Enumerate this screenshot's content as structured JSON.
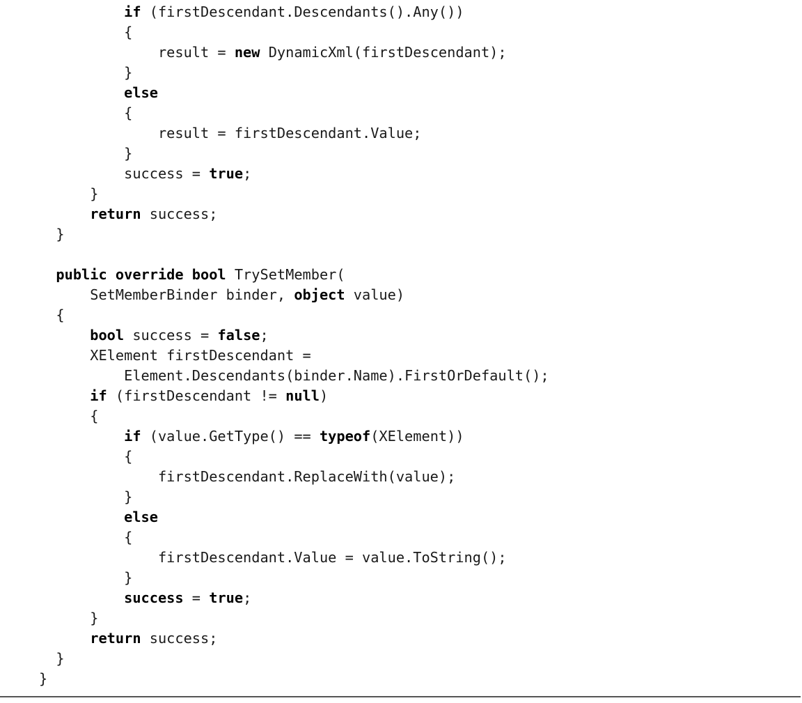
{
  "code_lines": [
    {
      "segments": [
        {
          "t": "          "
        },
        {
          "t": "if",
          "b": true
        },
        {
          "t": " (firstDescendant.Descendants().Any())"
        }
      ]
    },
    {
      "segments": [
        {
          "t": "          {"
        }
      ]
    },
    {
      "segments": [
        {
          "t": "              result = "
        },
        {
          "t": "new",
          "b": true
        },
        {
          "t": " DynamicXml(firstDescendant);"
        }
      ]
    },
    {
      "segments": [
        {
          "t": "          }"
        }
      ]
    },
    {
      "segments": [
        {
          "t": "          "
        },
        {
          "t": "else",
          "b": true
        }
      ]
    },
    {
      "segments": [
        {
          "t": "          {"
        }
      ]
    },
    {
      "segments": [
        {
          "t": "              result = firstDescendant.Value;"
        }
      ]
    },
    {
      "segments": [
        {
          "t": "          }"
        }
      ]
    },
    {
      "segments": [
        {
          "t": "          success = "
        },
        {
          "t": "true",
          "b": true
        },
        {
          "t": ";"
        }
      ]
    },
    {
      "segments": [
        {
          "t": "      }"
        }
      ]
    },
    {
      "segments": [
        {
          "t": "      "
        },
        {
          "t": "return",
          "b": true
        },
        {
          "t": " success;"
        }
      ]
    },
    {
      "segments": [
        {
          "t": "  }"
        }
      ]
    },
    {
      "segments": [
        {
          "t": ""
        }
      ]
    },
    {
      "segments": [
        {
          "t": "  "
        },
        {
          "t": "public override bool",
          "b": true
        },
        {
          "t": " TrySetMember("
        }
      ]
    },
    {
      "segments": [
        {
          "t": "      SetMemberBinder binder, "
        },
        {
          "t": "object",
          "b": true
        },
        {
          "t": " value)"
        }
      ]
    },
    {
      "segments": [
        {
          "t": "  {"
        }
      ]
    },
    {
      "segments": [
        {
          "t": "      "
        },
        {
          "t": "bool",
          "b": true
        },
        {
          "t": " success = "
        },
        {
          "t": "false",
          "b": true
        },
        {
          "t": ";"
        }
      ]
    },
    {
      "segments": [
        {
          "t": "      XElement firstDescendant ="
        }
      ]
    },
    {
      "segments": [
        {
          "t": "          Element.Descendants(binder.Name).FirstOrDefault();"
        }
      ]
    },
    {
      "segments": [
        {
          "t": "      "
        },
        {
          "t": "if",
          "b": true
        },
        {
          "t": " (firstDescendant != "
        },
        {
          "t": "null",
          "b": true
        },
        {
          "t": ")"
        }
      ]
    },
    {
      "segments": [
        {
          "t": "      {"
        }
      ]
    },
    {
      "segments": [
        {
          "t": "          "
        },
        {
          "t": "if",
          "b": true
        },
        {
          "t": " (value.GetType() == "
        },
        {
          "t": "typeof",
          "b": true
        },
        {
          "t": "(XElement))"
        }
      ]
    },
    {
      "segments": [
        {
          "t": "          {"
        }
      ]
    },
    {
      "segments": [
        {
          "t": "              firstDescendant.ReplaceWith(value);"
        }
      ]
    },
    {
      "segments": [
        {
          "t": "          }"
        }
      ]
    },
    {
      "segments": [
        {
          "t": "          "
        },
        {
          "t": "else",
          "b": true
        }
      ]
    },
    {
      "segments": [
        {
          "t": "          {"
        }
      ]
    },
    {
      "segments": [
        {
          "t": "              firstDescendant.Value = value.ToString();"
        }
      ]
    },
    {
      "segments": [
        {
          "t": "          }"
        }
      ]
    },
    {
      "segments": [
        {
          "t": "          "
        },
        {
          "t": "success",
          "b": true
        },
        {
          "t": " = "
        },
        {
          "t": "true",
          "b": true
        },
        {
          "t": ";"
        }
      ]
    },
    {
      "segments": [
        {
          "t": "      }"
        }
      ]
    },
    {
      "segments": [
        {
          "t": "      "
        },
        {
          "t": "return",
          "b": true
        },
        {
          "t": " success;"
        }
      ]
    },
    {
      "segments": [
        {
          "t": "  }"
        }
      ]
    },
    {
      "segments": [
        {
          "t": "}"
        }
      ]
    }
  ]
}
